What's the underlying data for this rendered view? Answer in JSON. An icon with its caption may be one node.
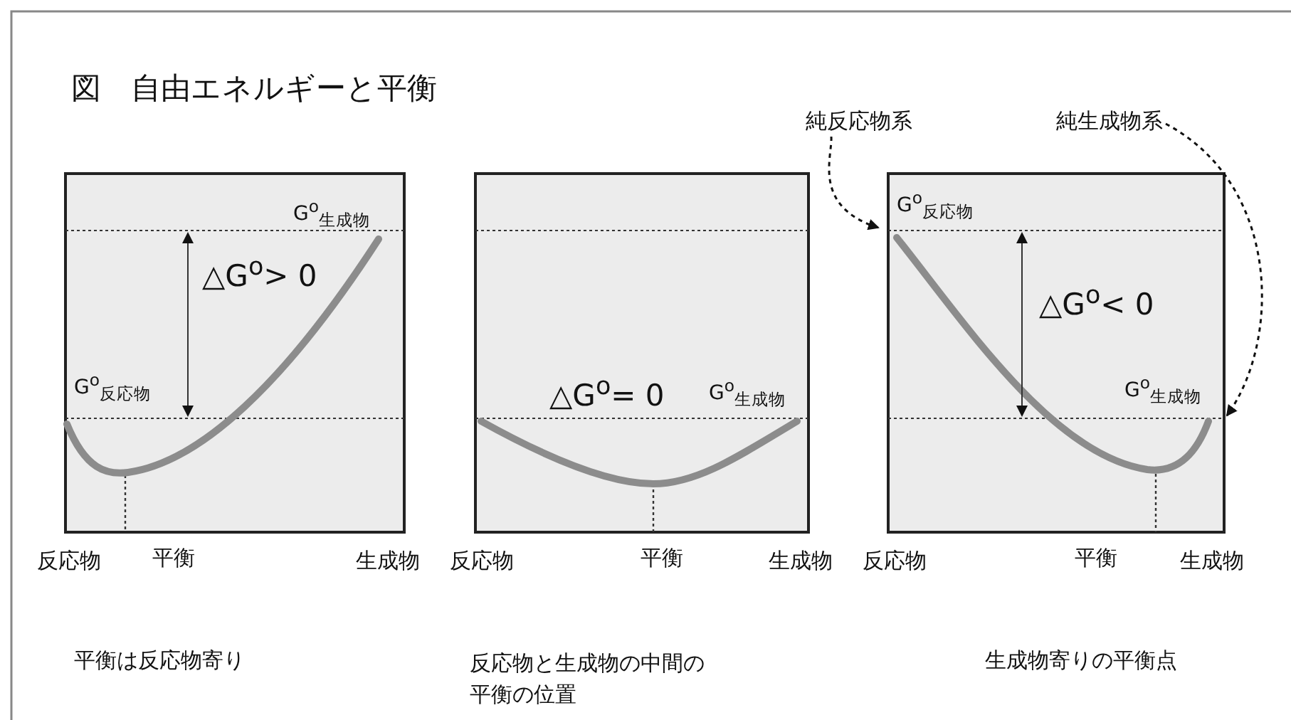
{
  "diagram": {
    "title": "図　自由エネルギーと平衡",
    "nodes": [
      {
        "text": [
          "純反応物系"
        ]
      },
      {
        "text": [
          "純生成物系"
        ]
      },
      {
        "text": [],
        "shape": "box"
      }
    ],
    "edges": [
      {
        "from": 0,
        "to": 2,
        "arrow": "to",
        "style": "dashed"
      },
      {
        "from": 1,
        "to": 2,
        "arrow": "to",
        "style": "dashed"
      }
    ],
    "labels": [
      "G$^{o}$$_{生成物}$",
      "△G$^{o}$> 0",
      "G$^{o}$$_{反応物}$",
      "反応物",
      "平衡",
      "生成物",
      "平衡は反応物寄り",
      "△G$^{o}$= 0",
      "G$^{o}$$_{生成物}$",
      "反応物",
      "平衡",
      "生成物",
      "反応物と生成物の中間の平衡の位置",
      "G$^{o}$$_{反応物}$",
      "△G$^{o}$< 0",
      "G$^{o}$$_{生成物}$",
      "反応物",
      "平衡",
      "生成物",
      "生成物寄りの平衡点"
    ]
  }
}
